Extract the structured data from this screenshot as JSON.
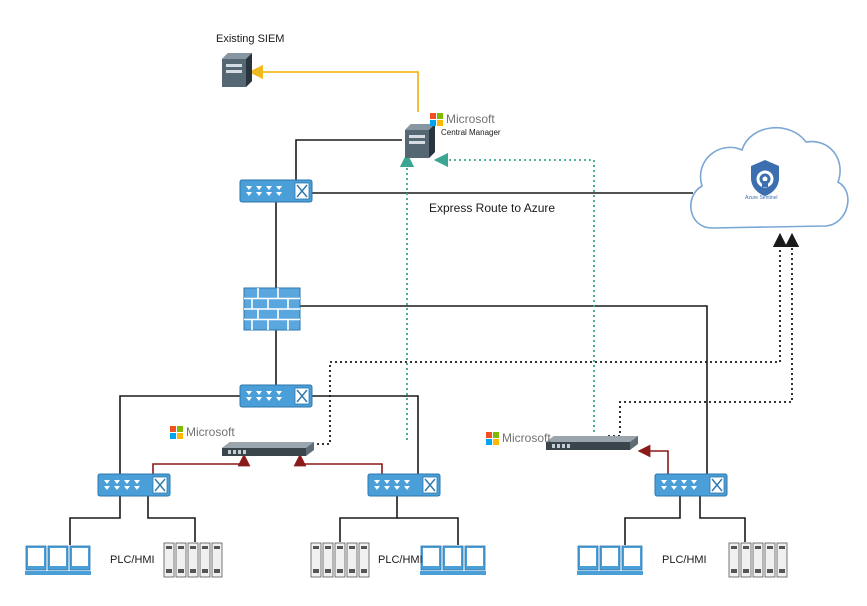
{
  "labels": {
    "existing_siem": "Existing SIEM",
    "central_manager": "Central Manager",
    "express_route": "Express Route to Azure",
    "azure_sentinel": "Azure Sentinel",
    "plc_hmi_left": "PLC/HMI",
    "plc_hmi_middle": "PLC/HMI",
    "plc_hmi_right": "PLC/HMI"
  },
  "microsoft_brand": {
    "text": "Microsoft",
    "logo_colors": [
      "#f25022",
      "#7fba00",
      "#00a4ef",
      "#ffb900"
    ]
  },
  "colors": {
    "switch_blue": "#4a9fd8",
    "firewall_blue": "#5aa7df",
    "siem_link": "#f2b91f",
    "sensor_link": "#8b1a1a",
    "green_dotted": "#3aa692",
    "black_dotted": "#1a1a1a",
    "cloud_border": "#7aa7d6",
    "sentinel_blue": "#3b6fb0"
  },
  "icons": [
    "server-icon",
    "network-switch-icon",
    "firewall-icon",
    "rack-server-icon",
    "workstation-icon",
    "plc-icon",
    "cloud-icon",
    "sentinel-shield-icon",
    "microsoft-logo-icon"
  ]
}
